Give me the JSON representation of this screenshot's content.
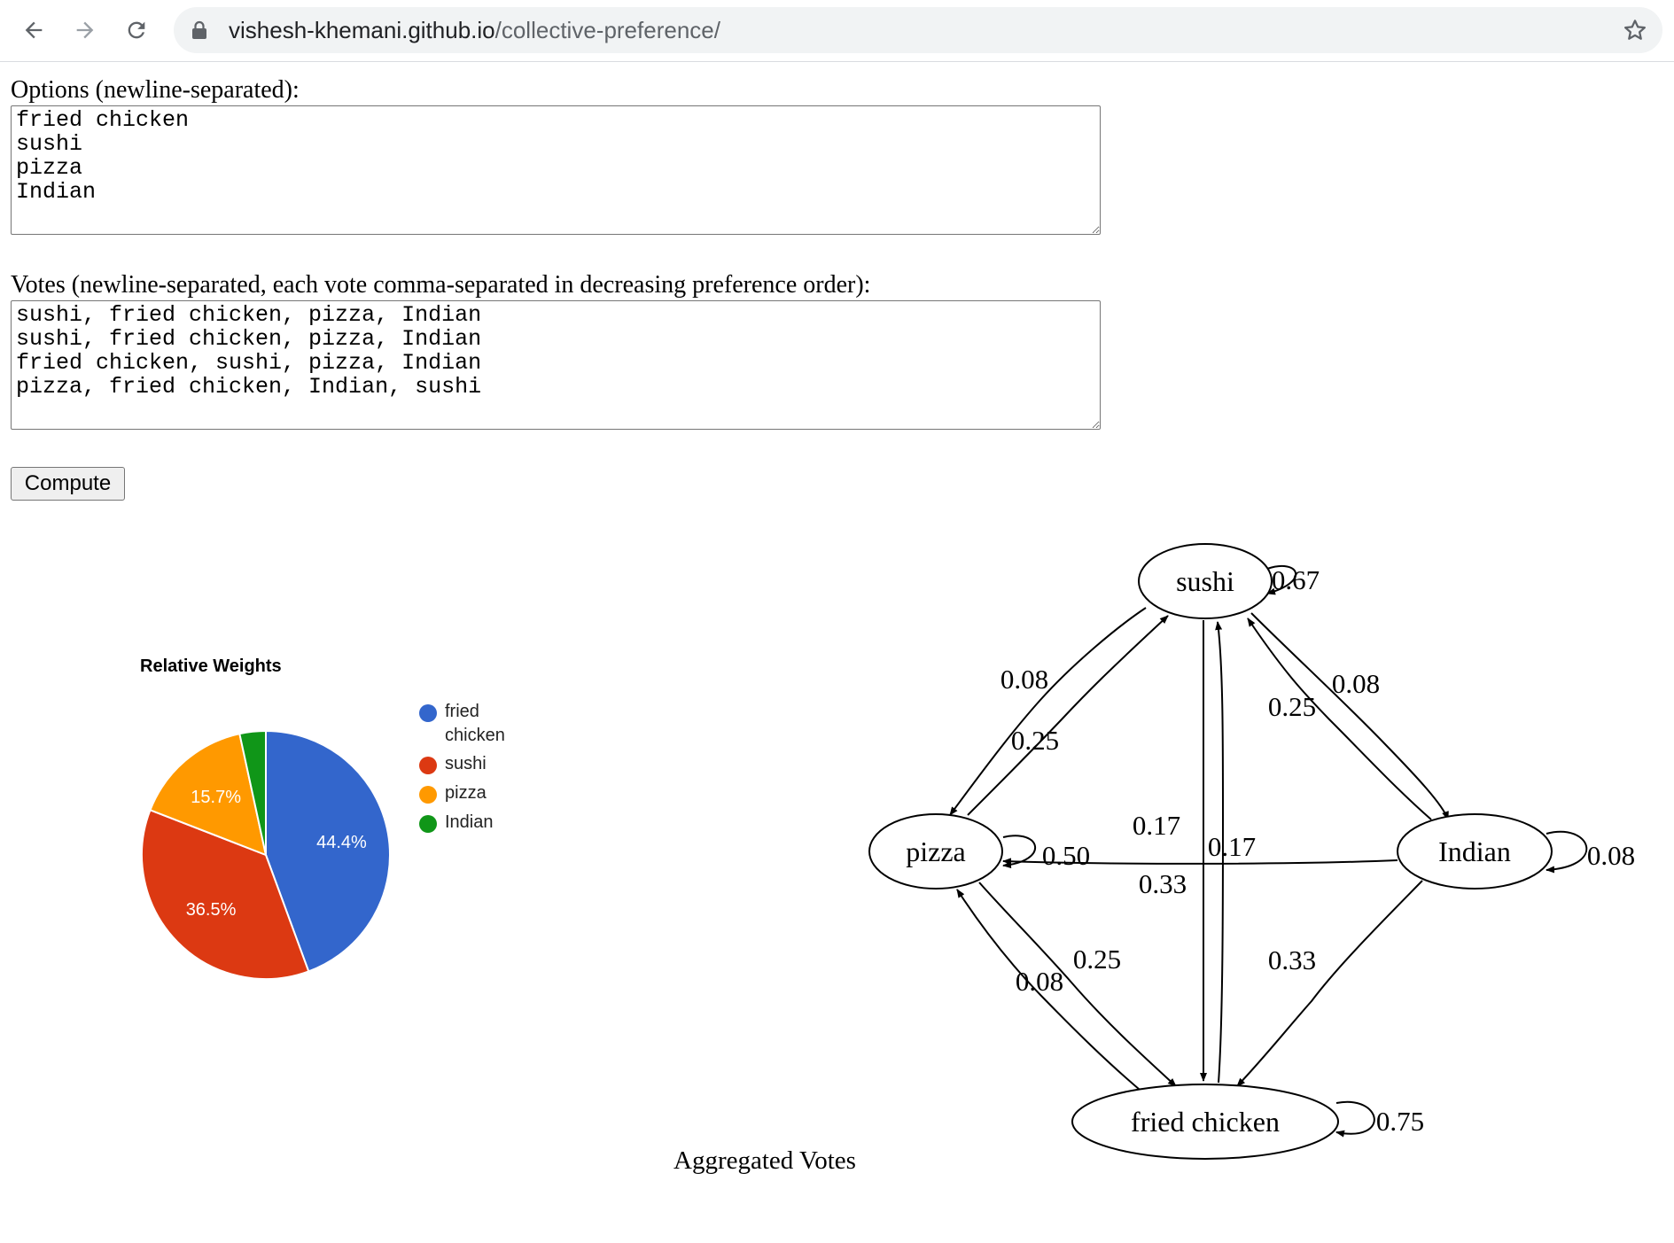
{
  "browser": {
    "url_host": "vishesh-khemani.github.io",
    "url_path": "/collective-preference/",
    "icons": [
      "back-arrow-icon",
      "forward-arrow-icon",
      "reload-icon",
      "lock-icon",
      "star-icon"
    ]
  },
  "form": {
    "options_label": "Options (newline-separated):",
    "options_value": "fried chicken\nsushi\npizza\nIndian",
    "votes_label": "Votes (newline-separated, each vote comma-separated in decreasing preference order):",
    "votes_value": "sushi, fried chicken, pizza, Indian\nsushi, fried chicken, pizza, Indian\nfried chicken, sushi, pizza, Indian\npizza, fried chicken, Indian, sushi",
    "compute_label": "Compute"
  },
  "chart_data": {
    "type": "pie",
    "title": "Relative Weights",
    "categories": [
      "fried chicken",
      "sushi",
      "pizza",
      "Indian"
    ],
    "values": [
      44.4,
      36.5,
      15.7,
      3.4
    ],
    "slice_labels": [
      "44.4%",
      "36.5%",
      "15.7%",
      ""
    ],
    "colors": [
      "#3366cc",
      "#dc3912",
      "#ff9900",
      "#109618"
    ],
    "legend_position": "right"
  },
  "graph": {
    "title": "Aggregated Votes",
    "nodes": [
      "sushi",
      "pizza",
      "Indian",
      "fried chicken"
    ],
    "edges": [
      {
        "from": "sushi",
        "to": "sushi",
        "label": "0.67"
      },
      {
        "from": "sushi",
        "to": "pizza",
        "label": "0.08"
      },
      {
        "from": "pizza",
        "to": "sushi",
        "label": "0.25"
      },
      {
        "from": "Indian",
        "to": "sushi",
        "label": "0.25"
      },
      {
        "from": "sushi",
        "to": "Indian",
        "label": "0.08"
      },
      {
        "from": "pizza",
        "to": "pizza",
        "label": "0.50"
      },
      {
        "from": "sushi",
        "to": "fried chicken",
        "label": "0.17"
      },
      {
        "from": "fried chicken",
        "to": "sushi",
        "label": "0.17"
      },
      {
        "from": "Indian",
        "to": "pizza",
        "label": "0.33"
      },
      {
        "from": "Indian",
        "to": "Indian",
        "label": "0.08"
      },
      {
        "from": "pizza",
        "to": "fried chicken",
        "label": "0.25"
      },
      {
        "from": "fried chicken",
        "to": "pizza",
        "label": "0.08"
      },
      {
        "from": "Indian",
        "to": "fried chicken",
        "label": "0.33"
      },
      {
        "from": "fried chicken",
        "to": "fried chicken",
        "label": "0.75"
      }
    ]
  }
}
